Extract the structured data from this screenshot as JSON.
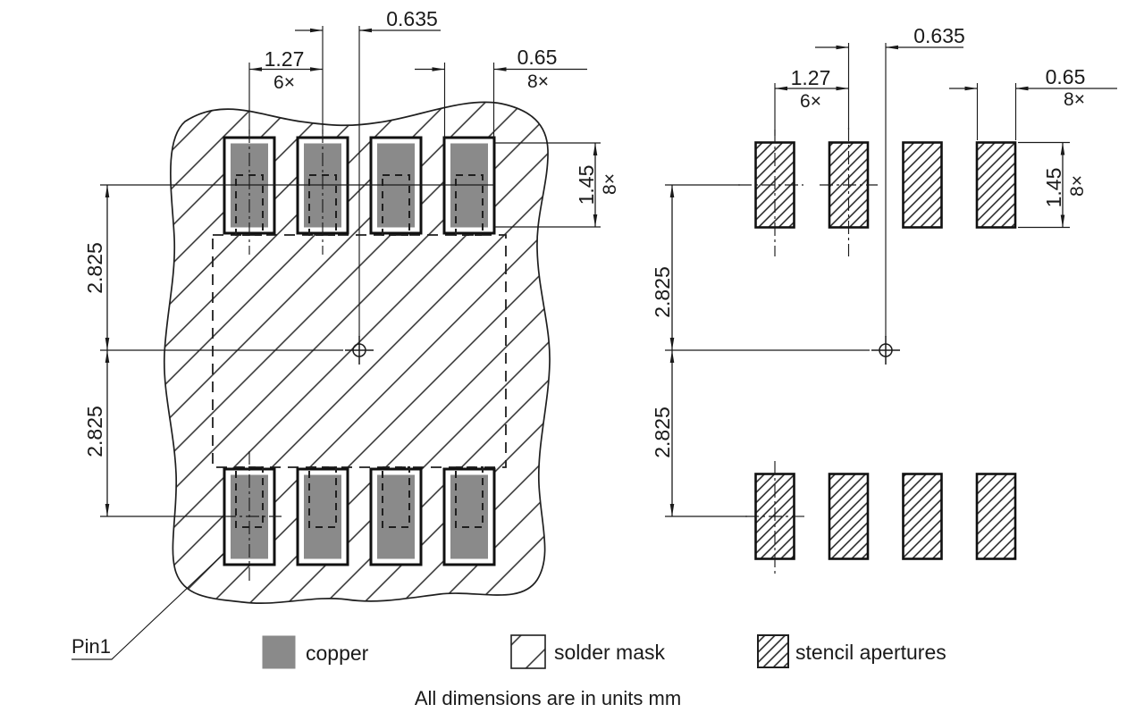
{
  "colors": {
    "copper_fill": "#8a8a8a",
    "line": "#1a1a1a",
    "background": "#ffffff"
  },
  "views": {
    "board": {
      "dims": {
        "center_offset": "0.635",
        "pad_pitch": "1.27",
        "pad_pitch_count": "6×",
        "pad_width": "0.65",
        "pad_width_count": "8×",
        "pad_height": "1.45",
        "pad_height_count": "8×",
        "row_offset_upper": "2.825",
        "row_offset_lower": "2.825"
      },
      "pin1_label": "Pin1"
    },
    "stencil": {
      "dims": {
        "center_offset": "0.635",
        "pad_pitch": "1.27",
        "pad_pitch_count": "6×",
        "pad_width": "0.65",
        "pad_width_count": "8×",
        "pad_height": "1.45",
        "pad_height_count": "8×",
        "row_offset_upper": "2.825",
        "row_offset_lower": "2.825"
      }
    }
  },
  "legend": {
    "items": [
      {
        "swatch": "copper-swatch",
        "label": "copper"
      },
      {
        "swatch": "solder-mask-swatch",
        "label": "solder mask"
      },
      {
        "swatch": "stencil-apertures-swatch",
        "label": "stencil apertures"
      }
    ]
  },
  "footer_note": "All dimensions are in units mm"
}
